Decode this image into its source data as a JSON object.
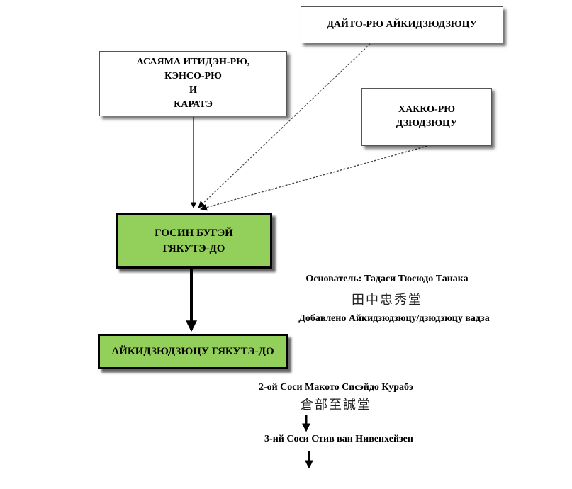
{
  "boxes": {
    "daito": "ДАЙТО-РЮ АЙКИДЗЮДЗЮЦУ",
    "asayama": "АСАЯМА ИТИДЭН-РЮ,\nКЭНСО-РЮ\nИ\nКАРАТЭ",
    "hakko": "ХАККО-РЮ\nДЗЮДЗЮЦУ",
    "goshin": "ГОСИН БУГЭЙ\nГЯКУТЭ-ДО",
    "aikijujutsu": "АЙКИДЗЮДЗЮЦУ ГЯКУТЭ-ДО"
  },
  "texts": {
    "founder": "Основатель: Тадаси Тюсюдо Танака",
    "founder_kanji": "田中忠秀堂",
    "added": "Добавлено Айкидзюдзюцу/дзюдзюцу вадза",
    "second_soshi": "2-ой Соси Макото Сисэйдо Курабэ",
    "second_kanji": "倉部至誠堂",
    "third_soshi": "3-ий Соси Стив ван Нивенхейзен"
  },
  "colors": {
    "green_fill": "#93cf5b"
  }
}
